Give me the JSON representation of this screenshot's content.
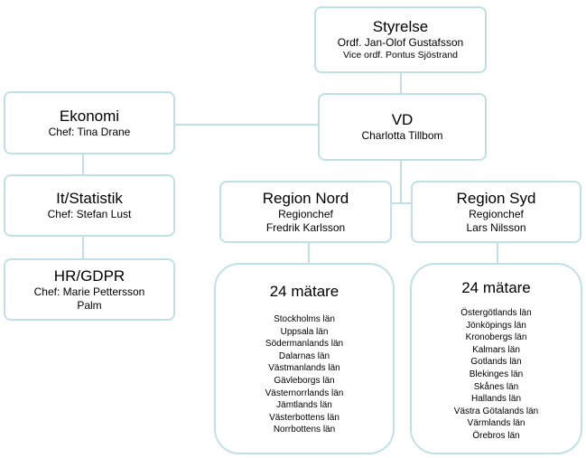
{
  "styrelse": {
    "title": "Styrelse",
    "line1": "Ordf. Jan-Olof Gustafsson",
    "line2": "Vice ordf. Pontus Sjöstrand"
  },
  "ekonomi": {
    "title": "Ekonomi",
    "line1": "Chef: Tina Drane"
  },
  "vd": {
    "title": "VD",
    "line1": "Charlotta Tillbom"
  },
  "it": {
    "title": "It/Statistik",
    "line1": "Chef: Stefan Lust"
  },
  "hr": {
    "title": "HR/GDPR",
    "line1": "Chef: Marie Pettersson",
    "line2": "Palm"
  },
  "region_nord": {
    "title": "Region Nord",
    "line1": "Regionchef",
    "line2": "Fredrik Karlsson"
  },
  "region_syd": {
    "title": "Region Syd",
    "line1": "Regionchef",
    "line2": "Lars Nilsson"
  },
  "nord_matare": {
    "title": "24 mätare",
    "items": [
      "Stockholms län",
      "Uppsala län",
      "Södermanlands län",
      "Dalarnas län",
      "Västmanlands län",
      "Gävleborgs län",
      "Västernorrlands län",
      "Jämtlands län",
      "Västerbottens län",
      "Norrbottens län"
    ]
  },
  "syd_matare": {
    "title": "24 mätare",
    "items": [
      "Östergötlands län",
      "Jönköpings län",
      "Kronobergs län",
      "Kalmars län",
      "Gotlands län",
      "Blekinges län",
      "Skånes län",
      "Hallands län",
      "Västra Götalands län",
      "Värmlands län",
      "Örebros län"
    ]
  },
  "colors": {
    "border": "#bfe1e6",
    "text": "#000000"
  }
}
